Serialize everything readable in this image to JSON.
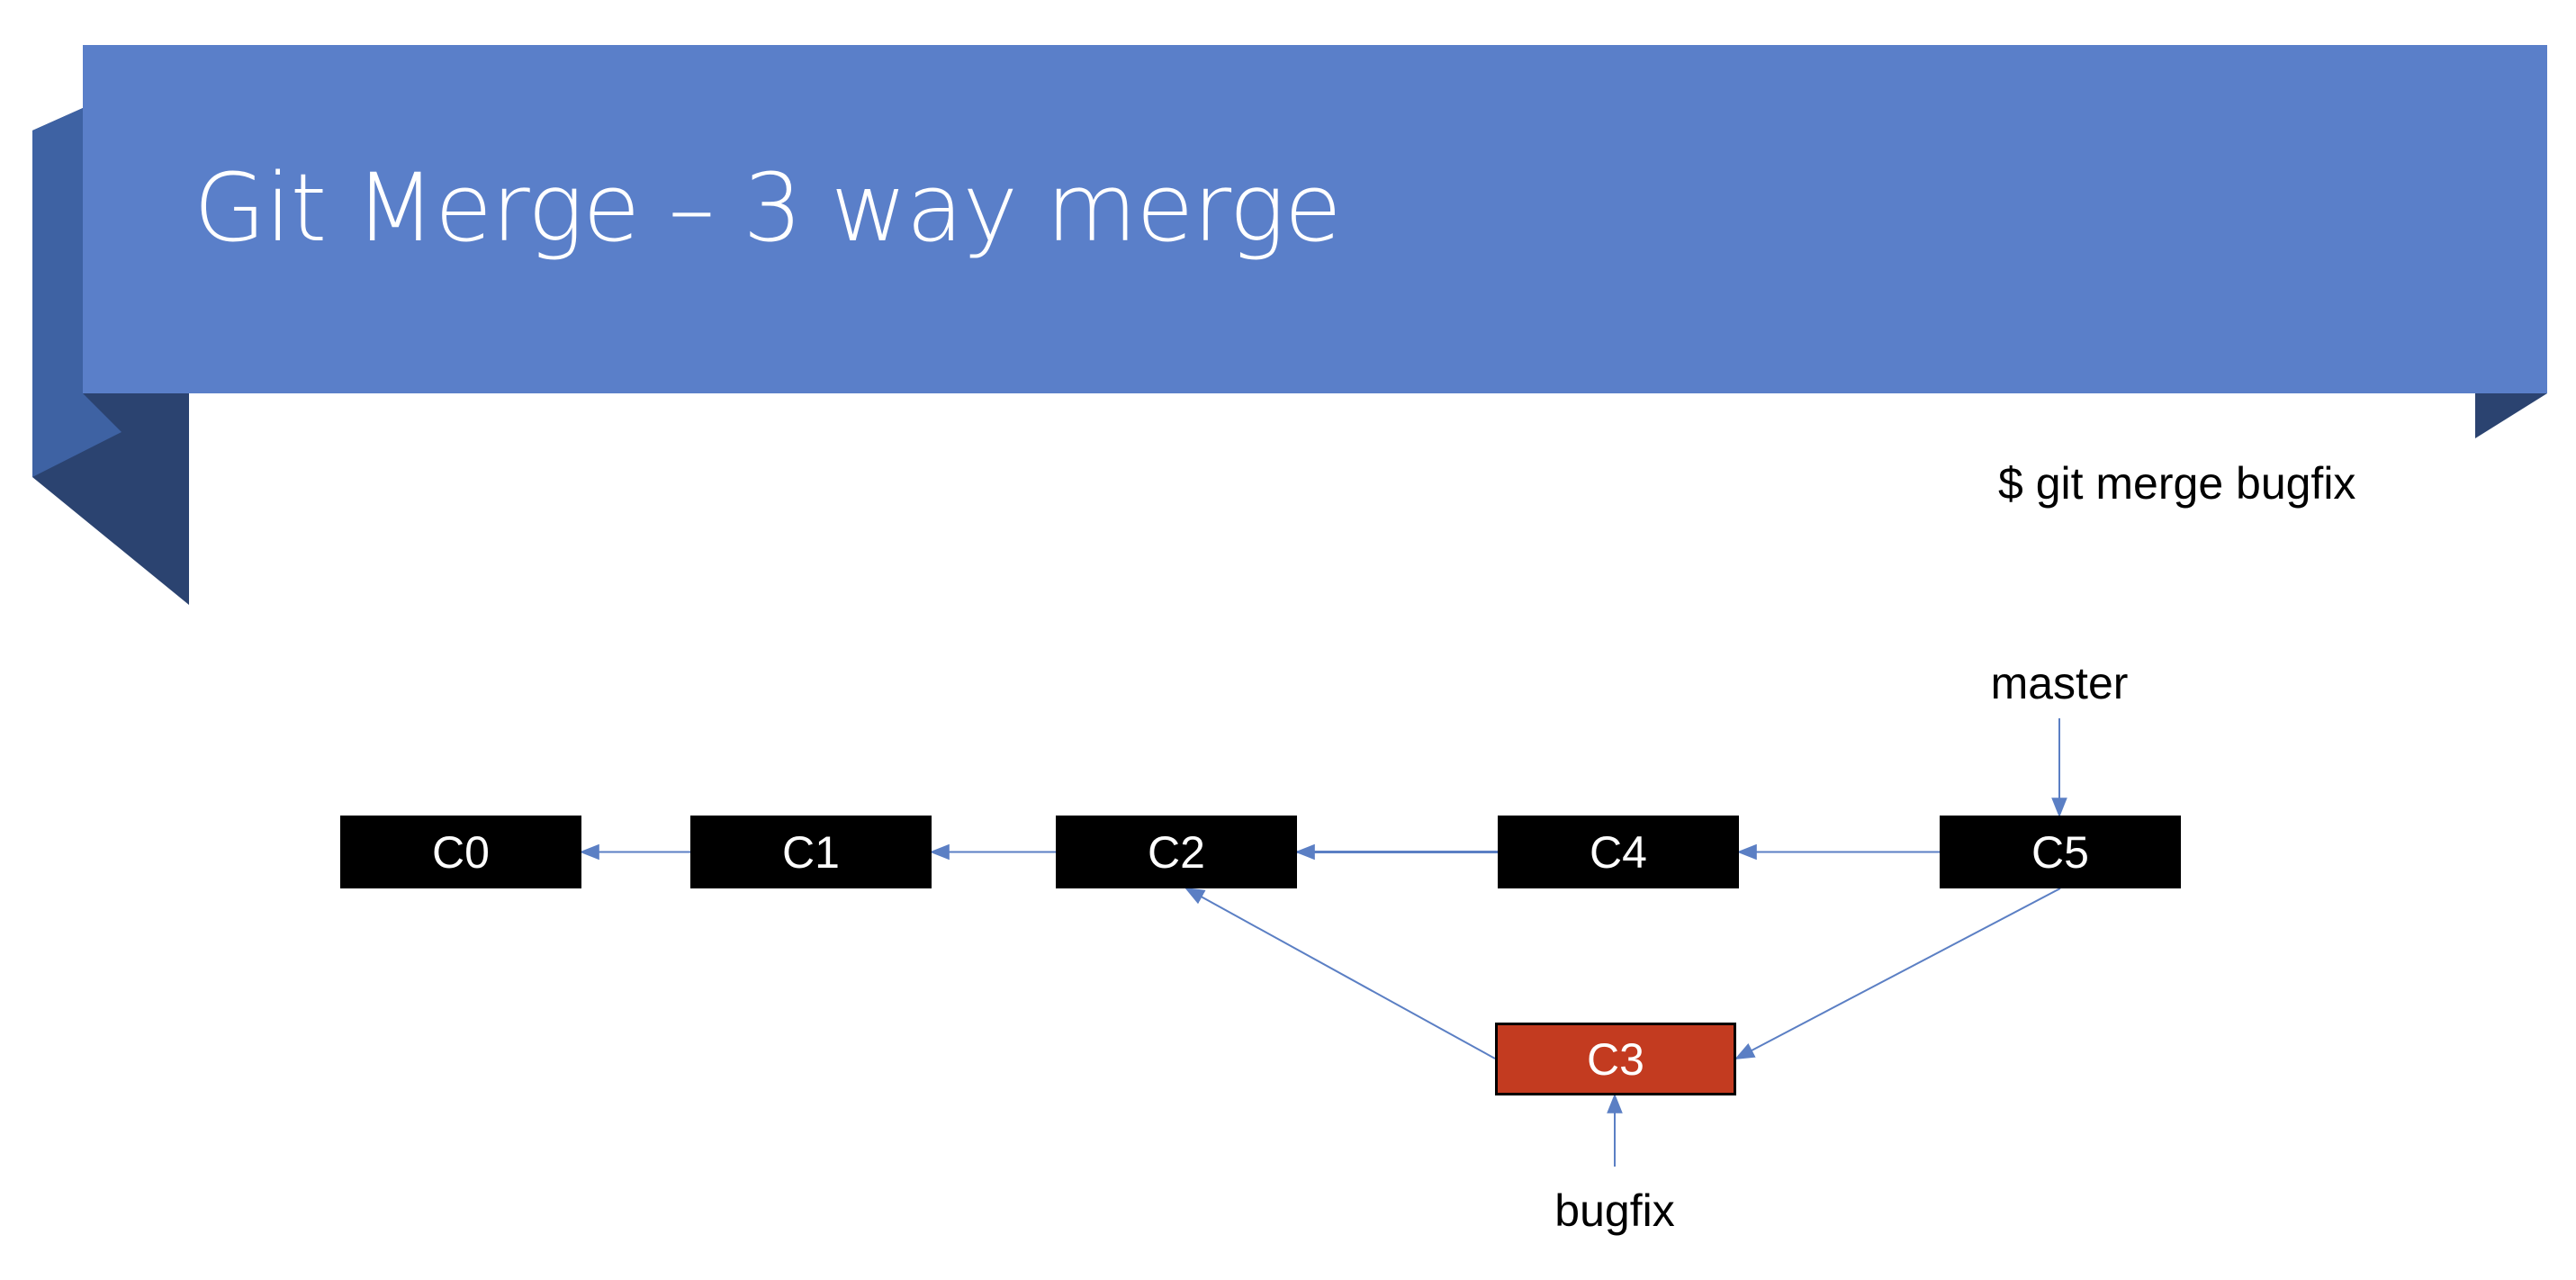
{
  "slide": {
    "title": "Git Merge – 3 way merge",
    "command": "$ git merge bugfix"
  },
  "colors": {
    "banner": "#5a7fc9",
    "banner_fold_mid": "#3e62a3",
    "banner_fold_dark": "#2b4370",
    "arrow": "#5b7fc4",
    "commit": "#000000",
    "highlight_commit": "#c33b20"
  },
  "diagram": {
    "commits": [
      {
        "id": "C0",
        "label": "C0"
      },
      {
        "id": "C1",
        "label": "C1"
      },
      {
        "id": "C2",
        "label": "C2"
      },
      {
        "id": "C4",
        "label": "C4"
      },
      {
        "id": "C5",
        "label": "C5"
      },
      {
        "id": "C3",
        "label": "C3",
        "highlight": true
      }
    ],
    "refs": [
      {
        "id": "master",
        "label": "master",
        "points_to": "C5"
      },
      {
        "id": "bugfix",
        "label": "bugfix",
        "points_to": "C3"
      }
    ],
    "parent_links": [
      {
        "from": "C1",
        "to": "C0"
      },
      {
        "from": "C2",
        "to": "C1"
      },
      {
        "from": "C4",
        "to": "C2"
      },
      {
        "from": "C5",
        "to": "C4"
      },
      {
        "from": "C3",
        "to": "C2"
      },
      {
        "from": "C5",
        "to": "C3"
      }
    ]
  }
}
